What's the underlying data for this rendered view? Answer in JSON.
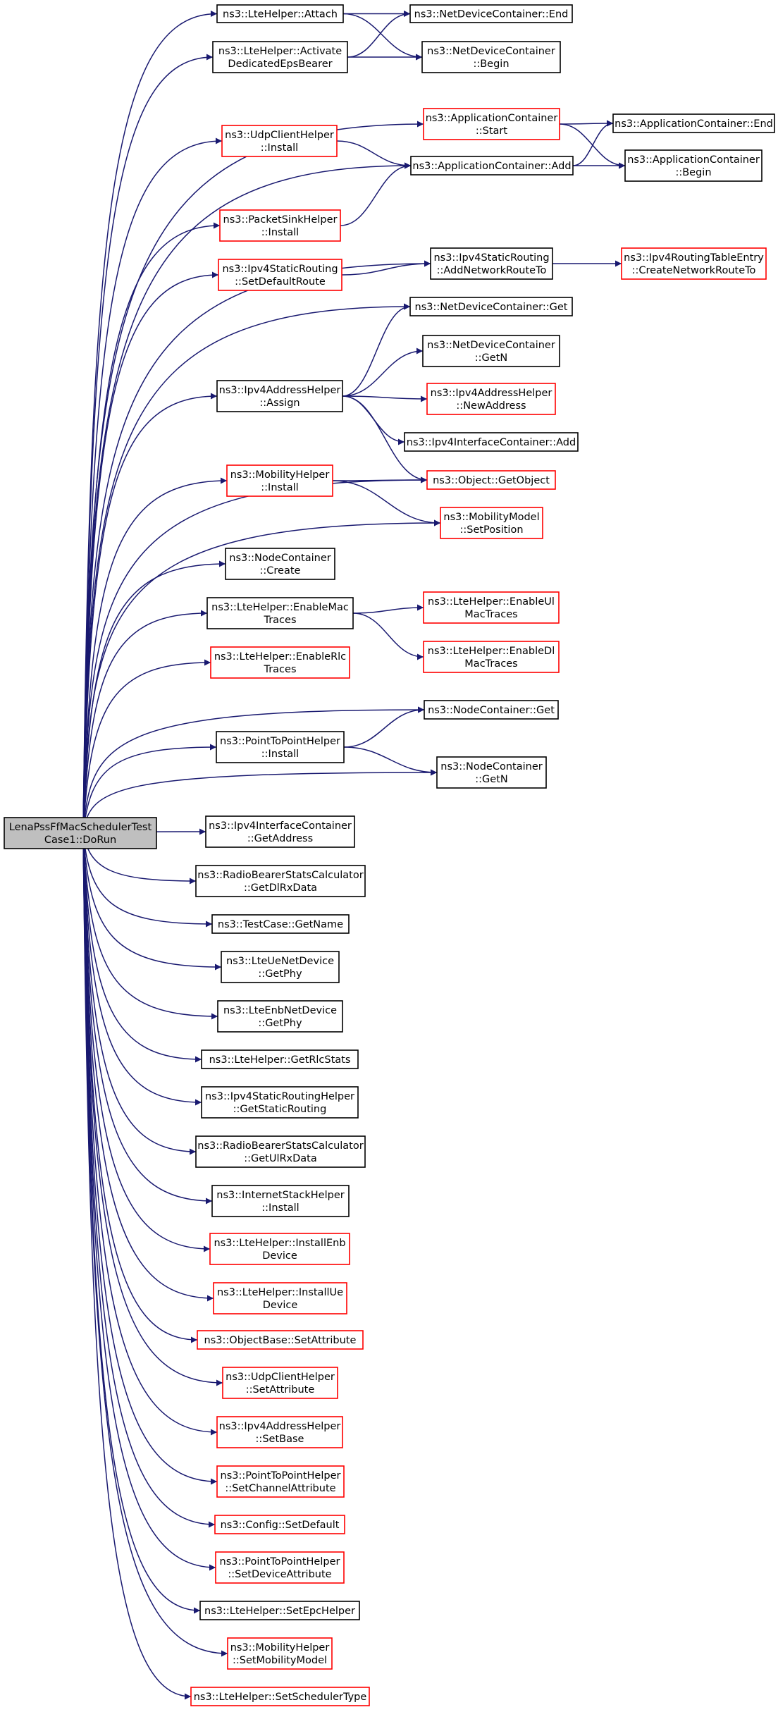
{
  "graph": {
    "title": "",
    "colors": {
      "edge": "#191970",
      "node_border_default": "#000000",
      "node_border_undocumented": "#ff0000",
      "root_fill": "#bfbfbf",
      "node_fill": "#ffffff"
    },
    "nodes": [
      {
        "id": "root",
        "lines": [
          "LenaPssFfMacSchedulerTest",
          "Case1::DoRun"
        ],
        "style": "root"
      },
      {
        "id": "attach",
        "lines": [
          "ns3::LteHelper::Attach"
        ],
        "style": "black"
      },
      {
        "id": "actded",
        "lines": [
          "ns3::LteHelper::Activate",
          "DedicatedEpsBearer"
        ],
        "style": "black"
      },
      {
        "id": "ndcend",
        "lines": [
          "ns3::NetDeviceContainer::End"
        ],
        "style": "black"
      },
      {
        "id": "ndcbegin",
        "lines": [
          "ns3::NetDeviceContainer",
          "::Begin"
        ],
        "style": "black"
      },
      {
        "id": "appstart",
        "lines": [
          "ns3::ApplicationContainer",
          "::Start"
        ],
        "style": "red"
      },
      {
        "id": "append",
        "lines": [
          "ns3::ApplicationContainer::End"
        ],
        "style": "black"
      },
      {
        "id": "appbegin",
        "lines": [
          "ns3::ApplicationContainer",
          "::Begin"
        ],
        "style": "black"
      },
      {
        "id": "udpinstall",
        "lines": [
          "ns3::UdpClientHelper",
          "::Install"
        ],
        "style": "red"
      },
      {
        "id": "appadd",
        "lines": [
          "ns3::ApplicationContainer::Add"
        ],
        "style": "black"
      },
      {
        "id": "pktsink",
        "lines": [
          "ns3::PacketSinkHelper",
          "::Install"
        ],
        "style": "red"
      },
      {
        "id": "setdefroute",
        "lines": [
          "ns3::Ipv4StaticRouting",
          "::SetDefaultRoute"
        ],
        "style": "red"
      },
      {
        "id": "addnetroute",
        "lines": [
          "ns3::Ipv4StaticRouting",
          "::AddNetworkRouteTo"
        ],
        "style": "black"
      },
      {
        "id": "createnetroute",
        "lines": [
          "ns3::Ipv4RoutingTableEntry",
          "::CreateNetworkRouteTo"
        ],
        "style": "red"
      },
      {
        "id": "ndcget",
        "lines": [
          "ns3::NetDeviceContainer::Get"
        ],
        "style": "black"
      },
      {
        "id": "ndcgetn",
        "lines": [
          "ns3::NetDeviceContainer",
          "::GetN"
        ],
        "style": "black"
      },
      {
        "id": "ipv4assign",
        "lines": [
          "ns3::Ipv4AddressHelper",
          "::Assign"
        ],
        "style": "black"
      },
      {
        "id": "newaddress",
        "lines": [
          "ns3::Ipv4AddressHelper",
          "::NewAddress"
        ],
        "style": "red"
      },
      {
        "id": "ifcadd",
        "lines": [
          "ns3::Ipv4InterfaceContainer::Add"
        ],
        "style": "black"
      },
      {
        "id": "mobinstall",
        "lines": [
          "ns3::MobilityHelper",
          "::Install"
        ],
        "style": "red"
      },
      {
        "id": "getobject",
        "lines": [
          "ns3::Object::GetObject"
        ],
        "style": "red"
      },
      {
        "id": "setposition",
        "lines": [
          "ns3::MobilityModel",
          "::SetPosition"
        ],
        "style": "red"
      },
      {
        "id": "nodecreate",
        "lines": [
          "ns3::NodeContainer",
          "::Create"
        ],
        "style": "black"
      },
      {
        "id": "enablemac",
        "lines": [
          "ns3::LteHelper::EnableMac",
          "Traces"
        ],
        "style": "black"
      },
      {
        "id": "enableul",
        "lines": [
          "ns3::LteHelper::EnableUl",
          "MacTraces"
        ],
        "style": "red"
      },
      {
        "id": "enabledl",
        "lines": [
          "ns3::LteHelper::EnableDl",
          "MacTraces"
        ],
        "style": "red"
      },
      {
        "id": "enablerlc",
        "lines": [
          "ns3::LteHelper::EnableRlc",
          "Traces"
        ],
        "style": "red"
      },
      {
        "id": "ncget",
        "lines": [
          "ns3::NodeContainer::Get"
        ],
        "style": "black"
      },
      {
        "id": "p2pinstall",
        "lines": [
          "ns3::PointToPointHelper",
          "::Install"
        ],
        "style": "black"
      },
      {
        "id": "ncgetn",
        "lines": [
          "ns3::NodeContainer",
          "::GetN"
        ],
        "style": "black"
      },
      {
        "id": "getaddress",
        "lines": [
          "ns3::Ipv4InterfaceContainer",
          "::GetAddress"
        ],
        "style": "black"
      },
      {
        "id": "getdlrx",
        "lines": [
          "ns3::RadioBearerStatsCalculator",
          "::GetDlRxData"
        ],
        "style": "black"
      },
      {
        "id": "getname",
        "lines": [
          "ns3::TestCase::GetName"
        ],
        "style": "black"
      },
      {
        "id": "uephy",
        "lines": [
          "ns3::LteUeNetDevice",
          "::GetPhy"
        ],
        "style": "black"
      },
      {
        "id": "enbphy",
        "lines": [
          "ns3::LteEnbNetDevice",
          "::GetPhy"
        ],
        "style": "black"
      },
      {
        "id": "rlcstats",
        "lines": [
          "ns3::LteHelper::GetRlcStats"
        ],
        "style": "black"
      },
      {
        "id": "staticrouting",
        "lines": [
          "ns3::Ipv4StaticRoutingHelper",
          "::GetStaticRouting"
        ],
        "style": "black"
      },
      {
        "id": "getulrx",
        "lines": [
          "ns3::RadioBearerStatsCalculator",
          "::GetUlRxData"
        ],
        "style": "black"
      },
      {
        "id": "inetinstall",
        "lines": [
          "ns3::InternetStackHelper",
          "::Install"
        ],
        "style": "black"
      },
      {
        "id": "installenb",
        "lines": [
          "ns3::LteHelper::InstallEnb",
          "Device"
        ],
        "style": "red"
      },
      {
        "id": "installue",
        "lines": [
          "ns3::LteHelper::InstallUe",
          "Device"
        ],
        "style": "red"
      },
      {
        "id": "setattr",
        "lines": [
          "ns3::ObjectBase::SetAttribute"
        ],
        "style": "red"
      },
      {
        "id": "udpsetattr",
        "lines": [
          "ns3::UdpClientHelper",
          "::SetAttribute"
        ],
        "style": "red"
      },
      {
        "id": "setbase",
        "lines": [
          "ns3::Ipv4AddressHelper",
          "::SetBase"
        ],
        "style": "red"
      },
      {
        "id": "p2pchan",
        "lines": [
          "ns3::PointToPointHelper",
          "::SetChannelAttribute"
        ],
        "style": "red"
      },
      {
        "id": "setdefault",
        "lines": [
          "ns3::Config::SetDefault"
        ],
        "style": "red"
      },
      {
        "id": "p2pdev",
        "lines": [
          "ns3::PointToPointHelper",
          "::SetDeviceAttribute"
        ],
        "style": "red"
      },
      {
        "id": "setepc",
        "lines": [
          "ns3::LteHelper::SetEpcHelper"
        ],
        "style": "black"
      },
      {
        "id": "setmobmodel",
        "lines": [
          "ns3::MobilityHelper",
          "::SetMobilityModel"
        ],
        "style": "red"
      },
      {
        "id": "setsched",
        "lines": [
          "ns3::LteHelper::SetSchedulerType"
        ],
        "style": "red"
      }
    ],
    "edges": [
      [
        "root",
        "attach"
      ],
      [
        "root",
        "actded"
      ],
      [
        "root",
        "appstart"
      ],
      [
        "root",
        "udpinstall"
      ],
      [
        "root",
        "appadd"
      ],
      [
        "root",
        "pktsink"
      ],
      [
        "root",
        "setdefroute"
      ],
      [
        "root",
        "addnetroute"
      ],
      [
        "root",
        "ndcget"
      ],
      [
        "root",
        "ipv4assign"
      ],
      [
        "root",
        "getobject"
      ],
      [
        "root",
        "mobinstall"
      ],
      [
        "root",
        "setposition"
      ],
      [
        "root",
        "nodecreate"
      ],
      [
        "root",
        "enablemac"
      ],
      [
        "root",
        "enablerlc"
      ],
      [
        "root",
        "ncget"
      ],
      [
        "root",
        "p2pinstall"
      ],
      [
        "root",
        "ncgetn"
      ],
      [
        "root",
        "getaddress"
      ],
      [
        "root",
        "getdlrx"
      ],
      [
        "root",
        "getname"
      ],
      [
        "root",
        "uephy"
      ],
      [
        "root",
        "enbphy"
      ],
      [
        "root",
        "rlcstats"
      ],
      [
        "root",
        "staticrouting"
      ],
      [
        "root",
        "getulrx"
      ],
      [
        "root",
        "inetinstall"
      ],
      [
        "root",
        "installenb"
      ],
      [
        "root",
        "installue"
      ],
      [
        "root",
        "setattr"
      ],
      [
        "root",
        "udpsetattr"
      ],
      [
        "root",
        "setbase"
      ],
      [
        "root",
        "p2pchan"
      ],
      [
        "root",
        "setdefault"
      ],
      [
        "root",
        "p2pdev"
      ],
      [
        "root",
        "setepc"
      ],
      [
        "root",
        "setmobmodel"
      ],
      [
        "root",
        "setsched"
      ],
      [
        "attach",
        "ndcend"
      ],
      [
        "attach",
        "ndcbegin"
      ],
      [
        "actded",
        "ndcend"
      ],
      [
        "actded",
        "ndcbegin"
      ],
      [
        "appstart",
        "append"
      ],
      [
        "appstart",
        "appbegin"
      ],
      [
        "appadd",
        "append"
      ],
      [
        "appadd",
        "appbegin"
      ],
      [
        "udpinstall",
        "appadd"
      ],
      [
        "pktsink",
        "appadd"
      ],
      [
        "setdefroute",
        "addnetroute"
      ],
      [
        "addnetroute",
        "createnetroute"
      ],
      [
        "ipv4assign",
        "ndcget"
      ],
      [
        "ipv4assign",
        "ndcgetn"
      ],
      [
        "ipv4assign",
        "newaddress"
      ],
      [
        "ipv4assign",
        "ifcadd"
      ],
      [
        "ipv4assign",
        "getobject"
      ],
      [
        "mobinstall",
        "getobject"
      ],
      [
        "mobinstall",
        "setposition"
      ],
      [
        "enablemac",
        "enableul"
      ],
      [
        "enablemac",
        "enabledl"
      ],
      [
        "p2pinstall",
        "ncget"
      ],
      [
        "p2pinstall",
        "ncgetn"
      ]
    ]
  }
}
